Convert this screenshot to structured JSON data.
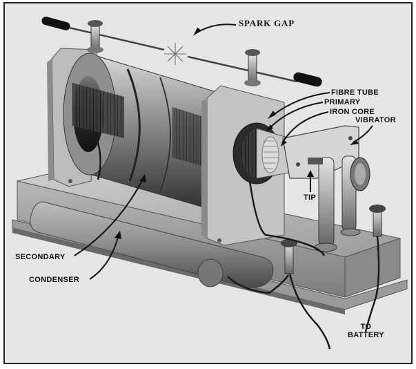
{
  "labels": {
    "spark_gap": "SPARK GAP",
    "fibre_tube": "FIBRE TUBE",
    "primary": "PRIMARY",
    "iron_core": "IRON CORE",
    "vibrator": "VIBRATOR",
    "tip": "TIP",
    "secondary": "SECONDARY",
    "condenser": "CONDENSER",
    "to": "TO",
    "battery": "BATTERY"
  }
}
